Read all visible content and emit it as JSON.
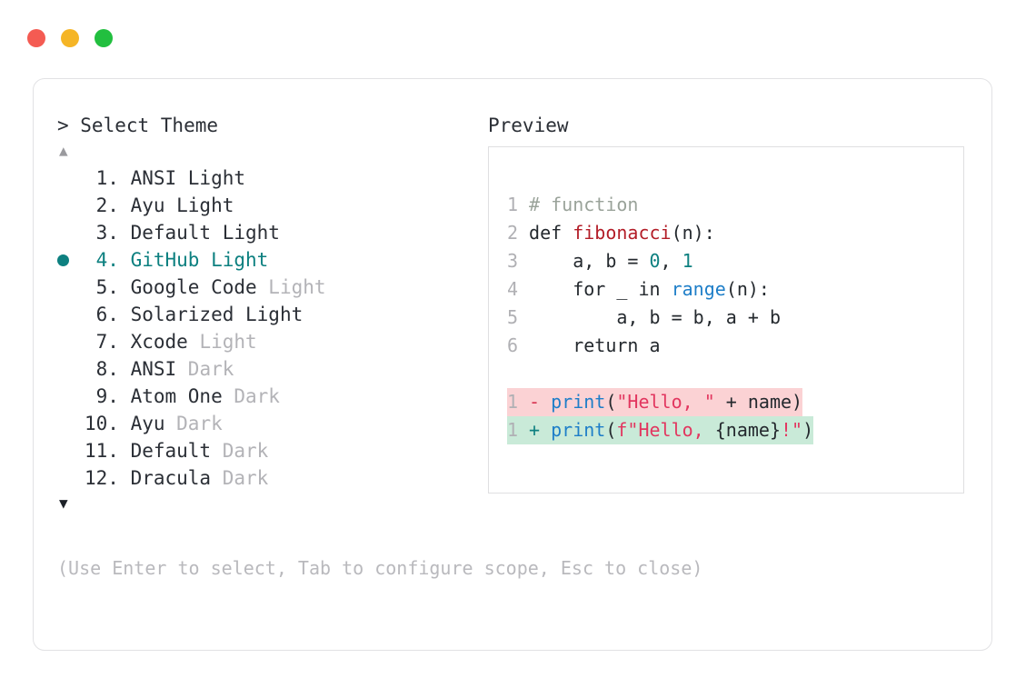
{
  "window": {
    "traffic_lights": [
      {
        "name": "close",
        "color": "#f45b52"
      },
      {
        "name": "minimize",
        "color": "#f5b526"
      },
      {
        "name": "maximize",
        "color": "#22bf3f"
      }
    ]
  },
  "prompt": {
    "title": "> Select Theme",
    "scroll_up": "▲",
    "scroll_down": "▼",
    "selected_index": 4,
    "bullet": "●",
    "items": [
      {
        "index": " 1.",
        "name": "ANSI Light",
        "variant": "",
        "selected": false
      },
      {
        "index": " 2.",
        "name": "Ayu Light",
        "variant": "",
        "selected": false
      },
      {
        "index": " 3.",
        "name": "Default Light",
        "variant": "",
        "selected": false
      },
      {
        "index": " 4.",
        "name": "GitHub Light",
        "variant": "",
        "selected": true
      },
      {
        "index": " 5.",
        "name": "Google Code ",
        "variant": "Light",
        "selected": false
      },
      {
        "index": " 6.",
        "name": "Solarized Light",
        "variant": "",
        "selected": false
      },
      {
        "index": " 7.",
        "name": "Xcode ",
        "variant": "Light",
        "selected": false
      },
      {
        "index": " 8.",
        "name": "ANSI ",
        "variant": "Dark",
        "selected": false
      },
      {
        "index": " 9.",
        "name": "Atom One ",
        "variant": "Dark",
        "selected": false
      },
      {
        "index": "10.",
        "name": "Ayu ",
        "variant": "Dark",
        "selected": false
      },
      {
        "index": "11.",
        "name": "Default ",
        "variant": "Dark",
        "selected": false
      },
      {
        "index": "12.",
        "name": "Dracula ",
        "variant": "Dark",
        "selected": false
      }
    ],
    "hint": "(Use Enter to select, Tab to configure scope, Esc to close)"
  },
  "preview": {
    "title": "Preview",
    "code_lines": [
      {
        "num": "1",
        "tokens": [
          {
            "t": "# function",
            "c": "tok-comment"
          }
        ]
      },
      {
        "num": "2",
        "tokens": [
          {
            "t": "def ",
            "c": "tok-kw"
          },
          {
            "t": "fibonacci",
            "c": "tok-fn"
          },
          {
            "t": "(n):",
            "c": "tok-punct"
          }
        ]
      },
      {
        "num": "3",
        "tokens": [
          {
            "t": "    a, b = ",
            "c": "tok-plain"
          },
          {
            "t": "0",
            "c": "tok-num"
          },
          {
            "t": ", ",
            "c": "tok-plain"
          },
          {
            "t": "1",
            "c": "tok-num"
          }
        ]
      },
      {
        "num": "4",
        "tokens": [
          {
            "t": "    for _ in ",
            "c": "tok-plain"
          },
          {
            "t": "range",
            "c": "tok-builtin"
          },
          {
            "t": "(n):",
            "c": "tok-punct"
          }
        ]
      },
      {
        "num": "5",
        "tokens": [
          {
            "t": "        a, b = b, a + b",
            "c": "tok-plain"
          }
        ]
      },
      {
        "num": "6",
        "tokens": [
          {
            "t": "    return a",
            "c": "tok-plain"
          }
        ]
      }
    ],
    "diff_lines": [
      {
        "kind": "del",
        "num": "1",
        "marker": "-",
        "tokens": [
          {
            "t": "print",
            "c": "tok-builtin"
          },
          {
            "t": "(",
            "c": "tok-punct"
          },
          {
            "t": "\"Hello, \"",
            "c": "tok-str"
          },
          {
            "t": " + name)",
            "c": "tok-plain"
          }
        ]
      },
      {
        "kind": "add",
        "num": "1",
        "marker": "+",
        "tokens": [
          {
            "t": "print",
            "c": "tok-builtin"
          },
          {
            "t": "(",
            "c": "tok-punct"
          },
          {
            "t": "f\"Hello, ",
            "c": "tok-str"
          },
          {
            "t": "{name}",
            "c": "tok-plain"
          },
          {
            "t": "!\"",
            "c": "tok-str"
          },
          {
            "t": ")",
            "c": "tok-punct"
          }
        ]
      }
    ]
  },
  "colors": {
    "accent_teal": "#0d8080",
    "diff_del_bg": "#fbd2d4",
    "diff_add_bg": "#c9ead8",
    "dim_text": "#b3b3b7",
    "border": "#e2e2e4"
  }
}
